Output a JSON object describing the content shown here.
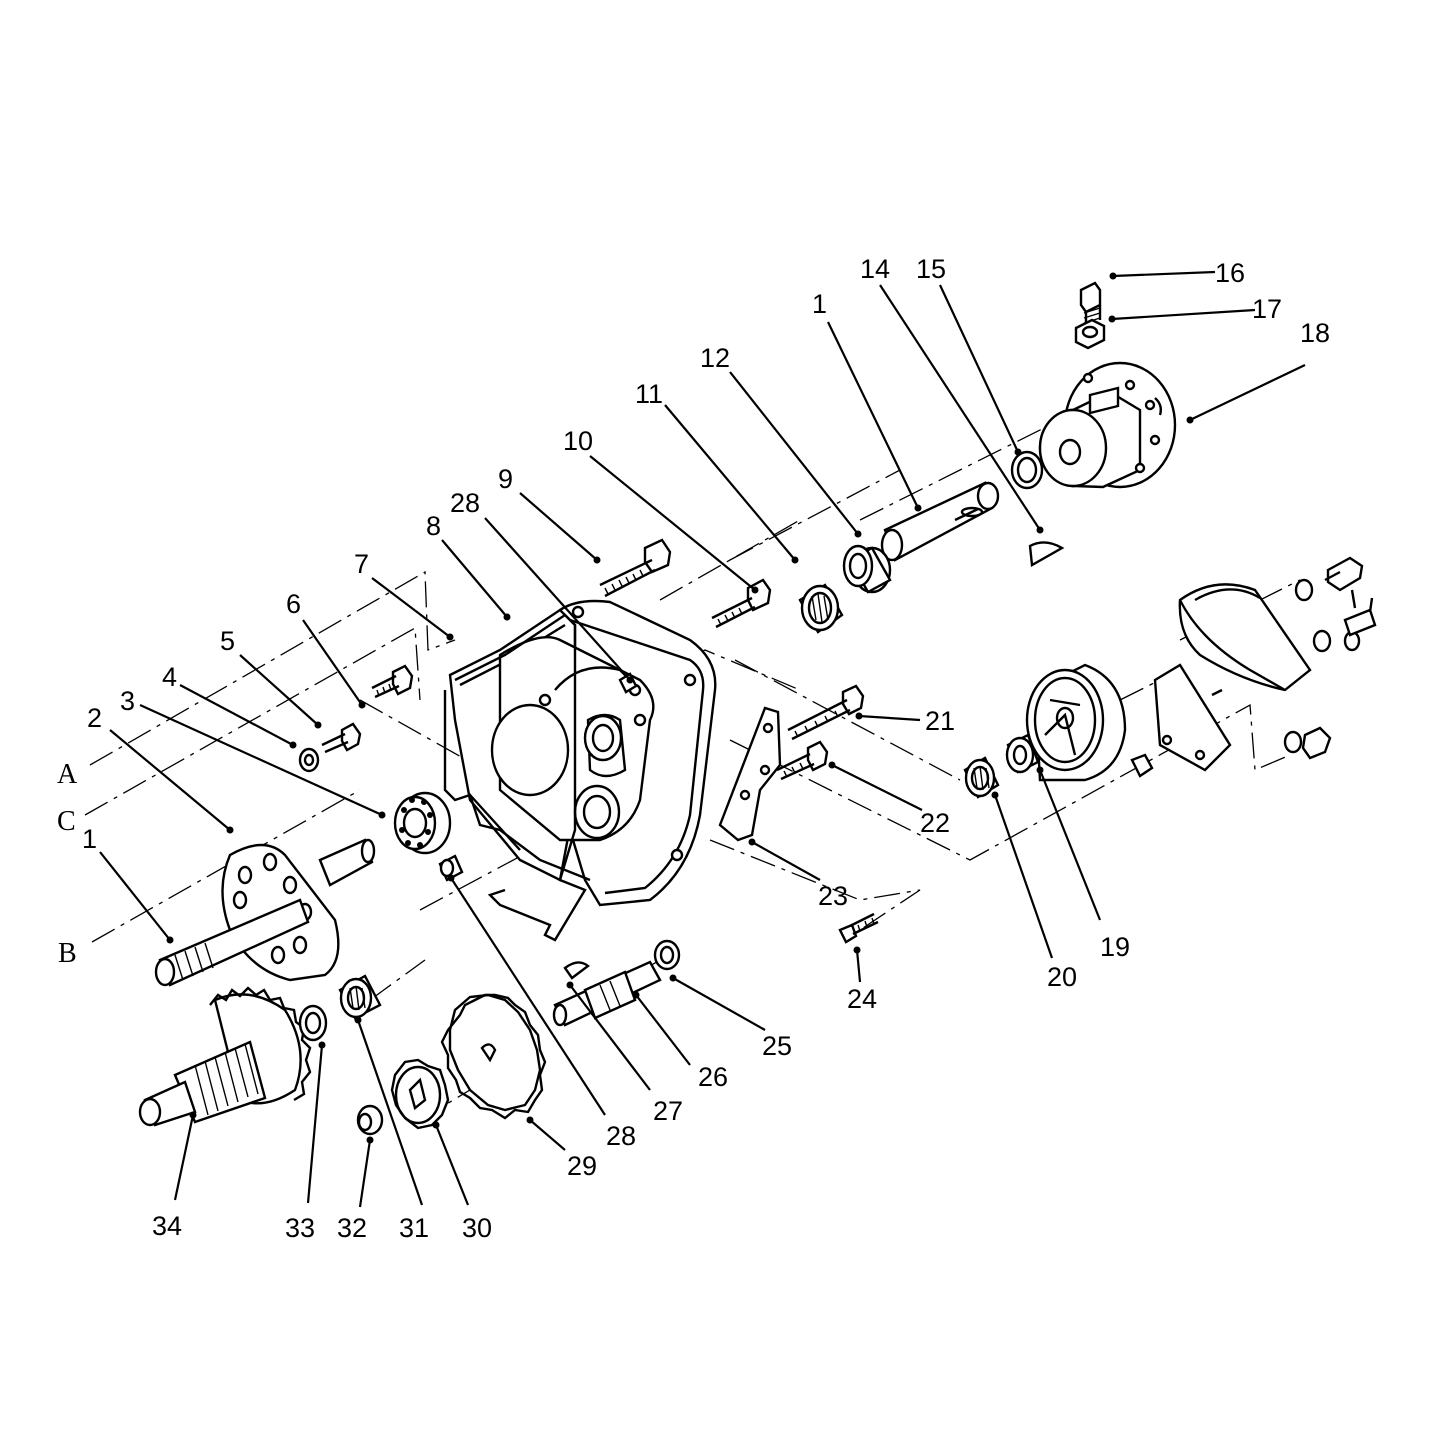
{
  "callouts": [
    {
      "label": "1"
    },
    {
      "label": "1"
    },
    {
      "label": "2"
    },
    {
      "label": "3"
    },
    {
      "label": "4"
    },
    {
      "label": "5"
    },
    {
      "label": "6"
    },
    {
      "label": "7"
    },
    {
      "label": "8"
    },
    {
      "label": "9"
    },
    {
      "label": "10"
    },
    {
      "label": "11"
    },
    {
      "label": "12"
    },
    {
      "label": "14"
    },
    {
      "label": "15"
    },
    {
      "label": "16"
    },
    {
      "label": "17"
    },
    {
      "label": "18"
    },
    {
      "label": "19"
    },
    {
      "label": "20"
    },
    {
      "label": "21"
    },
    {
      "label": "22"
    },
    {
      "label": "23"
    },
    {
      "label": "24"
    },
    {
      "label": "25"
    },
    {
      "label": "26"
    },
    {
      "label": "27"
    },
    {
      "label": "28"
    },
    {
      "label": "28"
    },
    {
      "label": "29"
    },
    {
      "label": "30"
    },
    {
      "label": "31"
    },
    {
      "label": "32"
    },
    {
      "label": "33"
    },
    {
      "label": "34"
    }
  ],
  "reference_letters": [
    "A",
    "C",
    "B"
  ]
}
